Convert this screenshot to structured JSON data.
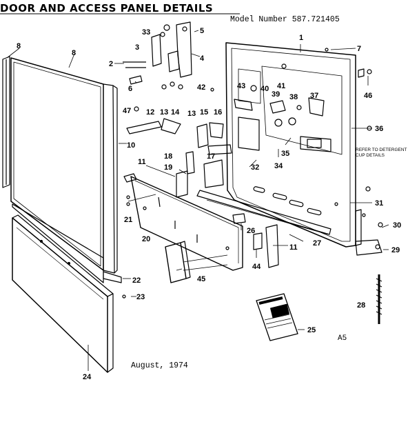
{
  "title": "DOOR AND ACCESS PANEL DETAILS",
  "model_number": "Model Number 587.721405",
  "date": "August, 1974",
  "diagram_code": "A5",
  "note_line1": "REFER TO DETERGENT",
  "note_line2": "CUP DETAILS",
  "callouts": [
    "1",
    "2",
    "3",
    "4",
    "5",
    "6",
    "7",
    "8",
    "8",
    "10",
    "11",
    "11",
    "12",
    "13",
    "13",
    "14",
    "15",
    "16",
    "17",
    "18",
    "19",
    "20",
    "21",
    "22",
    "23",
    "24",
    "25",
    "26",
    "27",
    "28",
    "29",
    "30",
    "31",
    "32",
    "33",
    "34",
    "35",
    "36",
    "37",
    "38",
    "39",
    "40",
    "41",
    "42",
    "43",
    "44",
    "45",
    "46",
    "47"
  ]
}
